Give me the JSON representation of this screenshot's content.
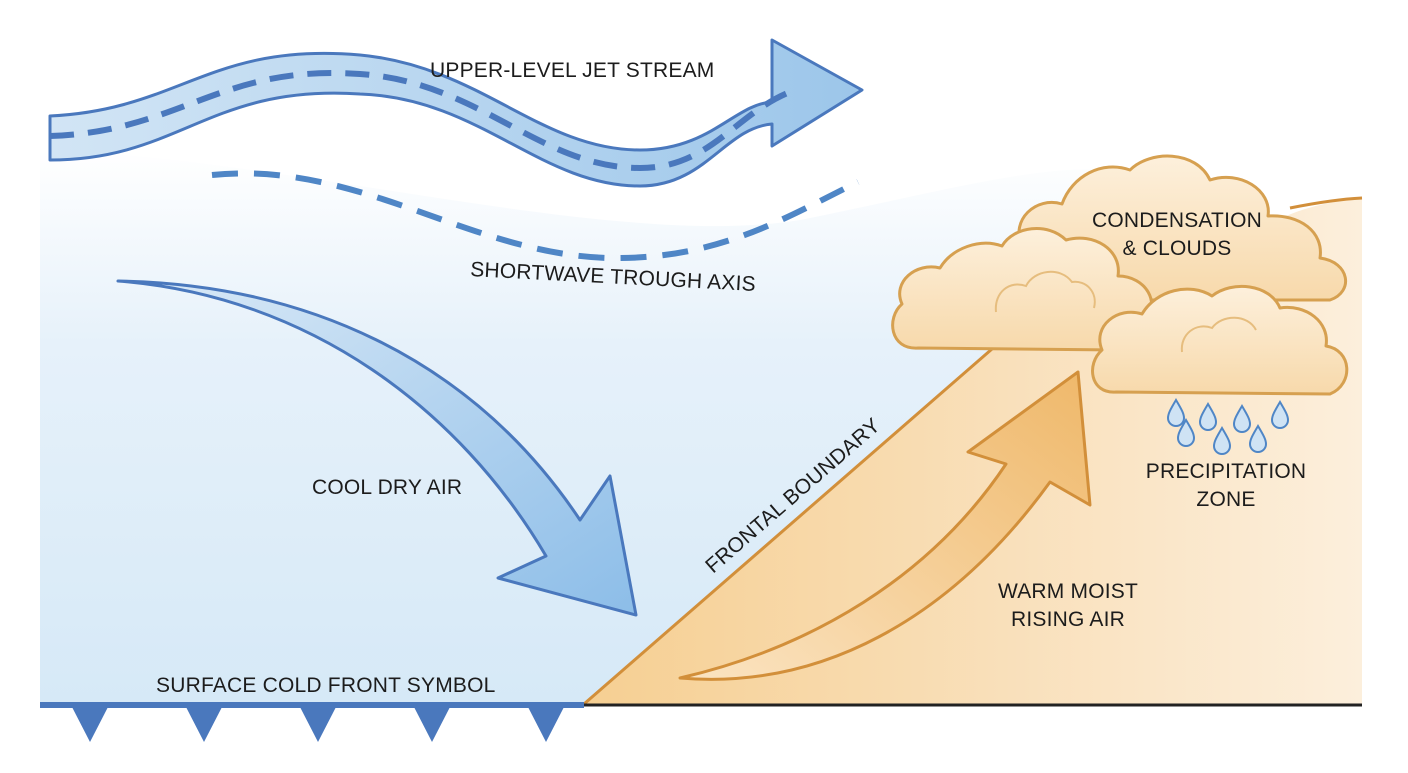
{
  "labels": {
    "jet_stream": "UPPER-LEVEL JET STREAM",
    "trough_axis": "SHORTWAVE TROUGH AXIS",
    "cool_air": "COOL DRY AIR",
    "frontal_boundary": "FRONTAL BOUNDARY",
    "condensation_line1": "CONDENSATION",
    "condensation_line2": "& CLOUDS",
    "precip_line1": "PRECIPITATION",
    "precip_line2": "ZONE",
    "warm_air_line1": "WARM MOIST",
    "warm_air_line2": "RISING AIR",
    "cold_front": "SURFACE COLD FRONT SYMBOL"
  },
  "colors": {
    "cool_air_mass": "#dcecf8",
    "warm_air_mass": "#f7d9a8",
    "jet_stream": "#b9d6ef",
    "trough_dash": "#4f86c6",
    "front_line": "#4a78bd",
    "warm_outline": "#d28f3a"
  }
}
